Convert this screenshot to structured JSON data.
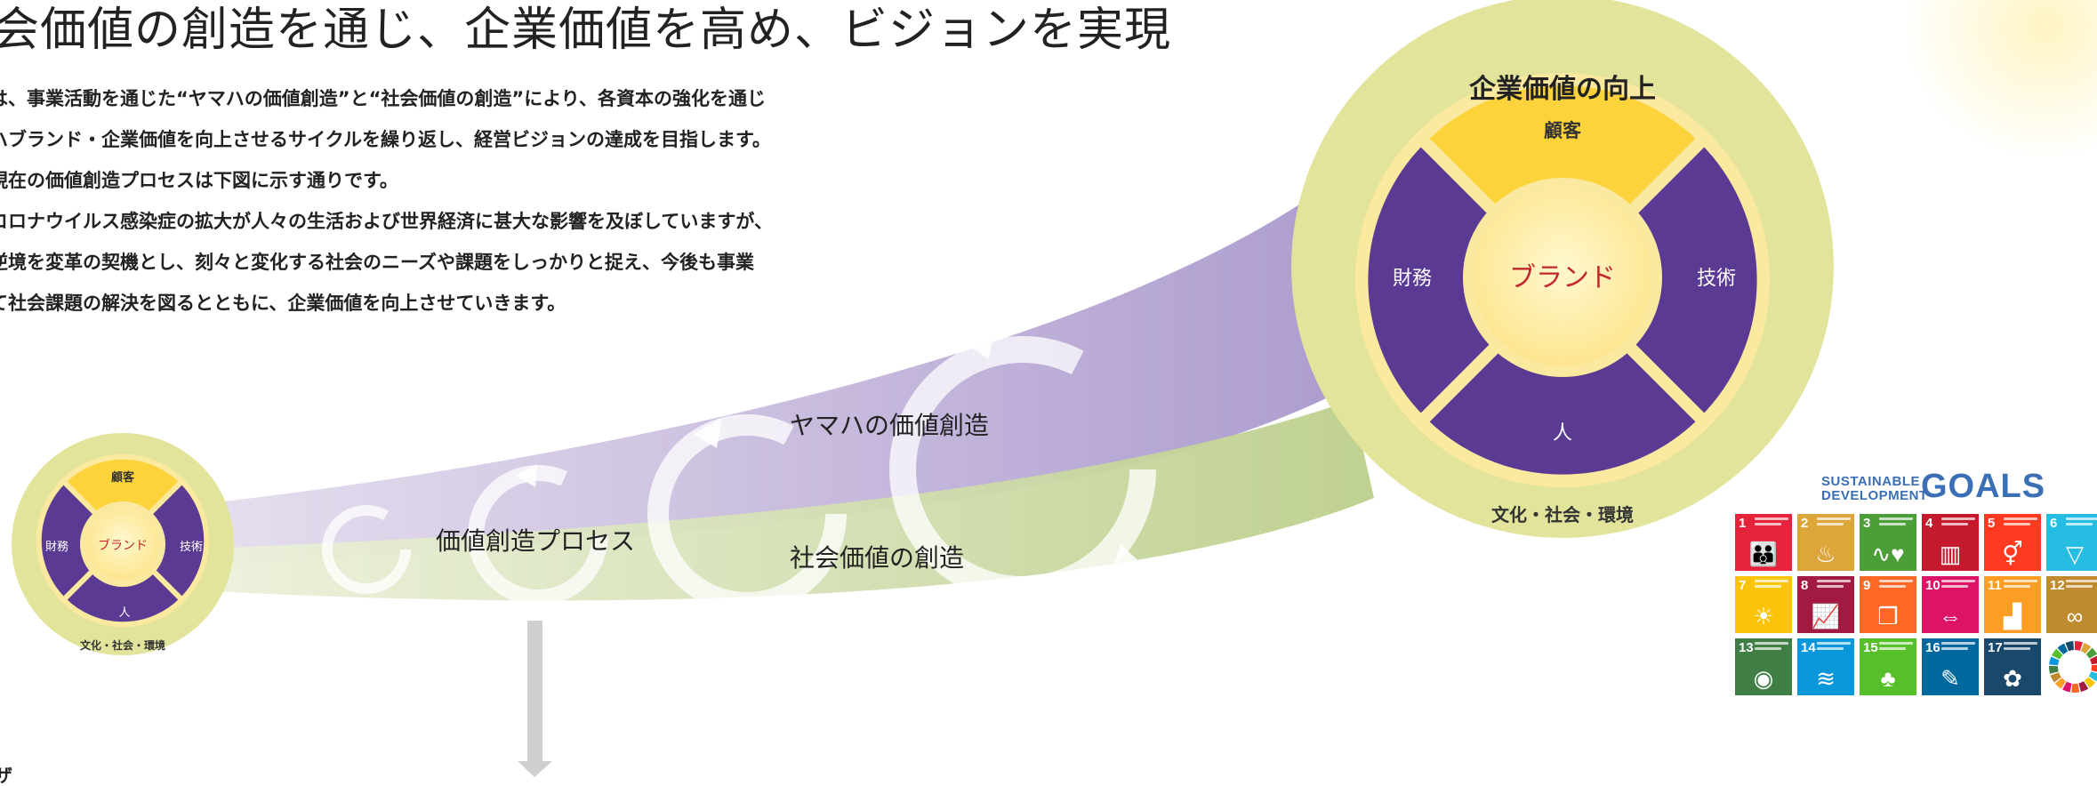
{
  "header": {
    "title": "会価値の創造を通じ、企業価値を高め、ビジョンを実現"
  },
  "intro_lines": [
    "は、事業活動を通じた“ヤマハの価値創造”と“社会価値の創造”により、各資本の強化を通じ",
    "ハブランド・企業価値を向上させるサイクルを繰り返し、経営ビジョンの達成を目指します。",
    "現在の価値創造プロセスは下図に示す通りです。",
    "コロナウイルス感染症の拡大が人々の生活および世界経済に甚大な影響を及ぼしていますが、",
    "逆境を変革の契機とし、刻々と変化する社会のニーズや課題をしっかりと捉え、今後も事業",
    "て社会課題の解決を図るとともに、企業価値を向上させていきます。"
  ],
  "diagram": {
    "small_circle": {
      "top": "顧客",
      "left": "財務",
      "right": "技術",
      "bottom": "人",
      "center": "ブランド",
      "outer": "文化・社会・環境"
    },
    "large_circle": {
      "heading": "企業価値の向上",
      "top": "顧客",
      "left": "財務",
      "right": "技術",
      "bottom": "人",
      "center": "ブランド",
      "outer": "文化・社会・環境"
    },
    "process_label": "価値創造プロセス",
    "yamaha_label": "ヤマハの価値創造",
    "social_label": "社会価値の創造"
  },
  "sdg": {
    "header_small_1": "SUSTAINABLE",
    "header_small_2": "DEVELOPMENT",
    "header_big": "GOALS",
    "tiles": [
      {
        "num": "1",
        "color": "#e5243b",
        "icon": "people-icon",
        "glyph": "👪"
      },
      {
        "num": "2",
        "color": "#dda63a",
        "icon": "bowl-icon",
        "glyph": "♨"
      },
      {
        "num": "3",
        "color": "#4c9f38",
        "icon": "heartbeat-icon",
        "glyph": "∿♥"
      },
      {
        "num": "4",
        "color": "#c5192d",
        "icon": "book-icon",
        "glyph": "▥"
      },
      {
        "num": "5",
        "color": "#ff3a21",
        "icon": "gender-icon",
        "glyph": "⚥"
      },
      {
        "num": "6",
        "color": "#26bde2",
        "icon": "water-icon",
        "glyph": "▽"
      },
      {
        "num": "7",
        "color": "#fcc30b",
        "icon": "sun-icon",
        "glyph": "☀"
      },
      {
        "num": "8",
        "color": "#a21942",
        "icon": "growth-icon",
        "glyph": "📈"
      },
      {
        "num": "9",
        "color": "#fd6925",
        "icon": "cubes-icon",
        "glyph": "❒"
      },
      {
        "num": "10",
        "color": "#dd1367",
        "icon": "equal-icon",
        "glyph": "⇔"
      },
      {
        "num": "11",
        "color": "#fd9d24",
        "icon": "city-icon",
        "glyph": "▟"
      },
      {
        "num": "12",
        "color": "#bf8b2e",
        "icon": "infinity-icon",
        "glyph": "∞"
      },
      {
        "num": "13",
        "color": "#3f7e44",
        "icon": "eye-icon",
        "glyph": "◉"
      },
      {
        "num": "14",
        "color": "#0a97d9",
        "icon": "fish-icon",
        "glyph": "≋"
      },
      {
        "num": "15",
        "color": "#56c02b",
        "icon": "tree-icon",
        "glyph": "♣"
      },
      {
        "num": "16",
        "color": "#00689d",
        "icon": "dove-icon",
        "glyph": "✎"
      },
      {
        "num": "17",
        "color": "#19486a",
        "icon": "flower-icon",
        "glyph": "✿"
      },
      {
        "num": "",
        "color": "#ffffff",
        "icon": "sdg-wheel-icon",
        "glyph": ""
      }
    ]
  },
  "footer": {
    "text": "ザ"
  }
}
